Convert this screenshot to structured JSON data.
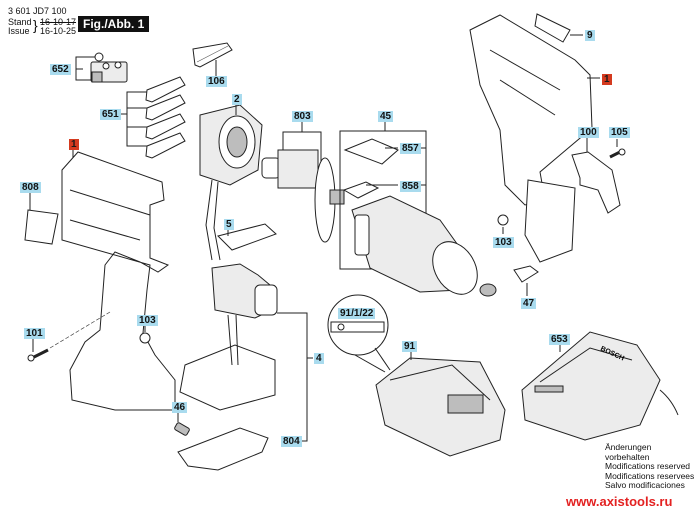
{
  "header": {
    "part_number": "3 601 JD7 100",
    "stand_label": "Stand",
    "issue_label": "Issue",
    "stand_date_old": "16-10-17",
    "issue_date": "16-10-25",
    "figure_label": "Fig./Abb. 1"
  },
  "callouts": {
    "c652": "652",
    "c106": "106",
    "c651": "651",
    "c2": "2",
    "c1_left": "1",
    "c808": "808",
    "c803": "803",
    "c45": "45",
    "c857": "857",
    "c858": "858",
    "c5": "5",
    "c9": "9",
    "c1_right": "1",
    "c100": "100",
    "c105": "105",
    "c103_right": "103",
    "c47": "47",
    "c101": "101",
    "c103_left": "103",
    "c91_1_22": "91/1/22",
    "c4": "4",
    "c91": "91",
    "c653": "653",
    "c46": "46",
    "c804": "804"
  },
  "label_colors": {
    "standard": "#a9dbee",
    "highlight": "#d43a1f"
  },
  "notes": [
    "Änderungen vorbehalten",
    "Modifications reserved",
    "Modifications reservees",
    "Salvo modificaciones"
  ],
  "watermark": "www.axistools.ru",
  "charger_brand": "BOSCH"
}
